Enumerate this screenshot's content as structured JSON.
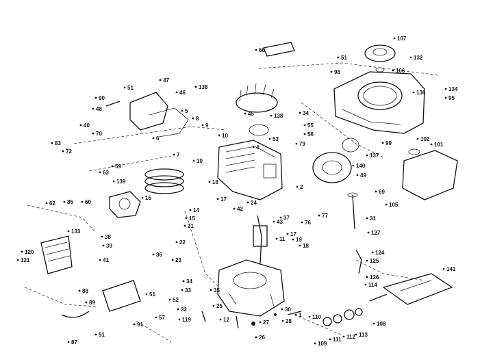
{
  "diagram": {
    "labels": [
      "107",
      "66",
      "51",
      "132",
      "98",
      "106",
      "136",
      "134",
      "95",
      "47",
      "51",
      "90",
      "48",
      "46",
      "138",
      "45",
      "138",
      "34",
      "55",
      "56",
      "79",
      "53",
      "4",
      "5",
      "6",
      "7",
      "8",
      "9",
      "10",
      "10",
      "40",
      "70",
      "83",
      "72",
      "59",
      "63",
      "139",
      "62",
      "85",
      "60",
      "15",
      "16",
      "14",
      "15",
      "21",
      "17",
      "42",
      "24",
      "2",
      "43",
      "37",
      "76",
      "77",
      "137",
      "140",
      "49",
      "99",
      "102",
      "101",
      "69",
      "105",
      "31",
      "127",
      "124",
      "125",
      "126",
      "141",
      "133",
      "120",
      "121",
      "38",
      "39",
      "41",
      "36",
      "11",
      "17",
      "19",
      "18",
      "22",
      "23",
      "34",
      "33",
      "35",
      "25",
      "52",
      "51",
      "57",
      "88",
      "89",
      "91",
      "91",
      "87",
      "110",
      "109",
      "111",
      "112",
      "113",
      "108",
      "114",
      "119",
      "32",
      "12",
      "26",
      "27",
      "28",
      "30",
      "1"
    ],
    "colors": {
      "ink": "#111111",
      "paper": "#ffffff"
    }
  }
}
